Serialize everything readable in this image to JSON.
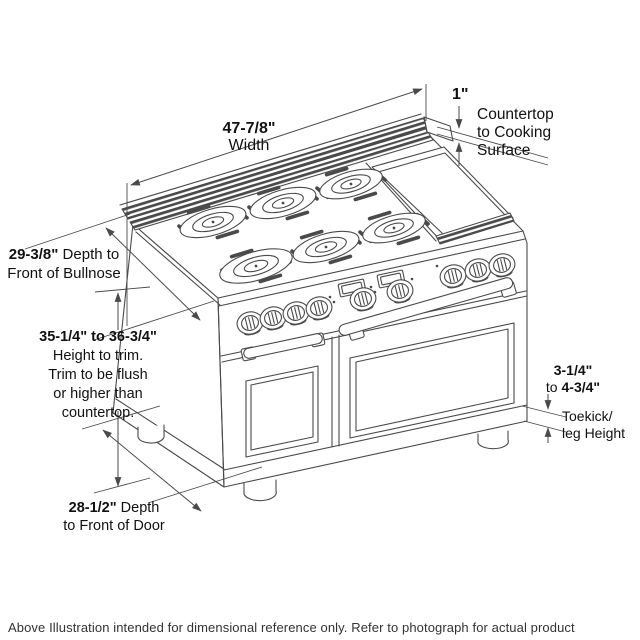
{
  "colors": {
    "line": "#4a4a4a",
    "text": "#111111",
    "footer_text": "#333333",
    "background": "#ffffff"
  },
  "dimensions": {
    "width": {
      "value": "47-7/8\"",
      "label": "Width"
    },
    "countertop_gap": {
      "value": "1\"",
      "label_lines": [
        "Countertop",
        "to Cooking",
        "Surface"
      ]
    },
    "depth_bullnose": {
      "value": "29-3/8\"",
      "label_line1": " Depth to",
      "label_line2": "Front of Bullnose"
    },
    "height_trim": {
      "value": "35-1/4\" to 36-3/4\"",
      "label_lines": [
        "Height to trim.",
        "Trim to be flush",
        "or higher than",
        "countertop."
      ]
    },
    "toekick": {
      "value_line1": "3-1/4\"",
      "value_line2_prefix": "to ",
      "value_line2": "4-3/4\"",
      "label_lines": [
        "Toekick/",
        "leg Height"
      ]
    },
    "depth_door": {
      "value": "28-1/2\"",
      "label_line1": " Depth",
      "label_line2": "to Front of Door"
    }
  },
  "footer": {
    "note": "Above Illustration intended for dimensional reference only. Refer to photograph for actual product appearance."
  },
  "illustration": {
    "subject": "48-inch professional range, isometric line drawing",
    "parts": [
      "backguard-vent-rail",
      "six-burner-cooktop",
      "right-side-griddle",
      "control-panel-knobs",
      "oven-displays",
      "double-oven-doors",
      "door-handles",
      "toekick-and-legs"
    ]
  }
}
